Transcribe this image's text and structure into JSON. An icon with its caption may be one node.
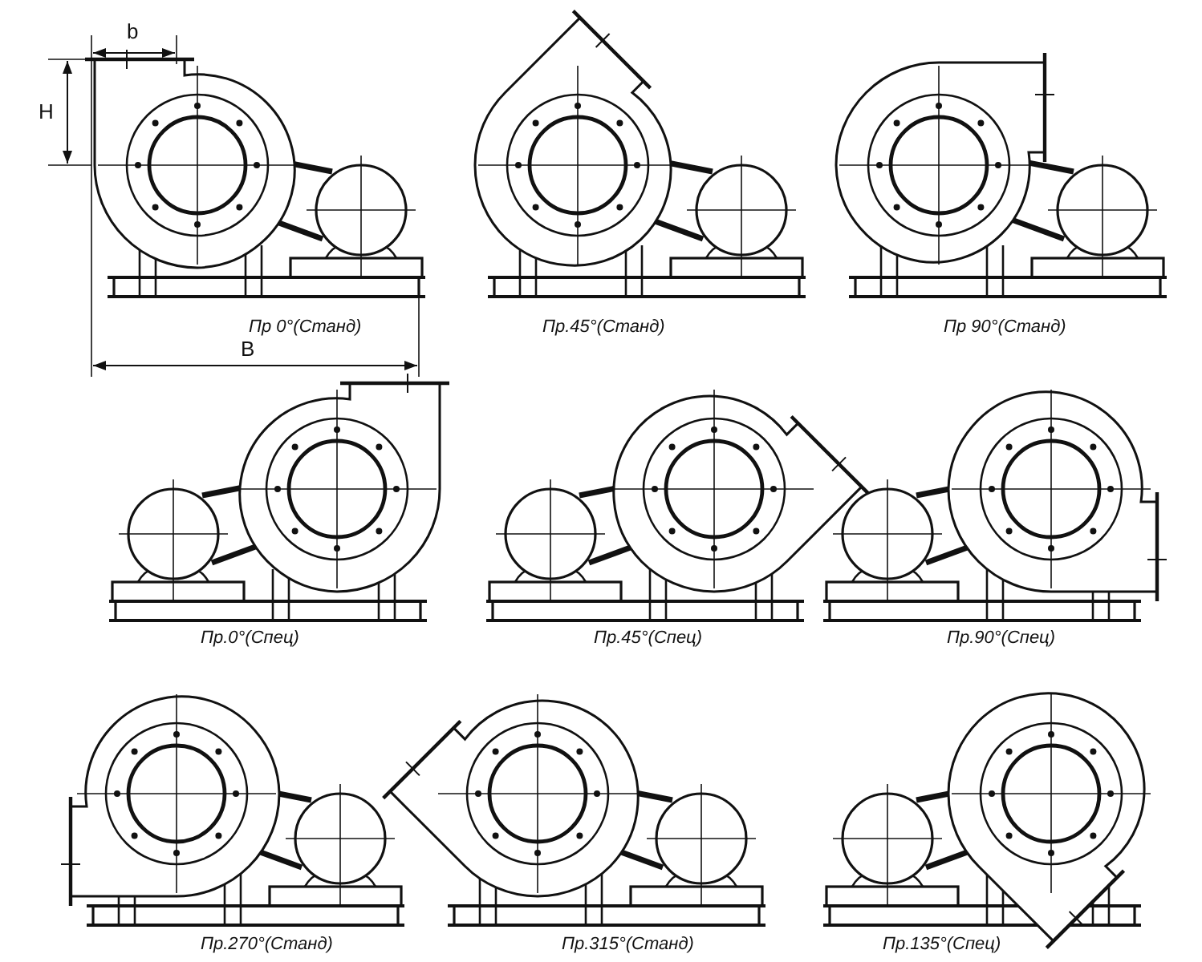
{
  "diagram": {
    "labels": [
      "b",
      "H",
      "Пр 0°(Станд)",
      "Пр.45°(Станд)",
      "Пр 90°(Станд)",
      "B",
      "Пр.0°(Спец)",
      "Пр.45°(Спец)",
      "Пр.90°(Спец)",
      "Пр.270°(Станд)",
      "Пр.315°(Станд)",
      "Пр.135°(Спец)"
    ]
  }
}
